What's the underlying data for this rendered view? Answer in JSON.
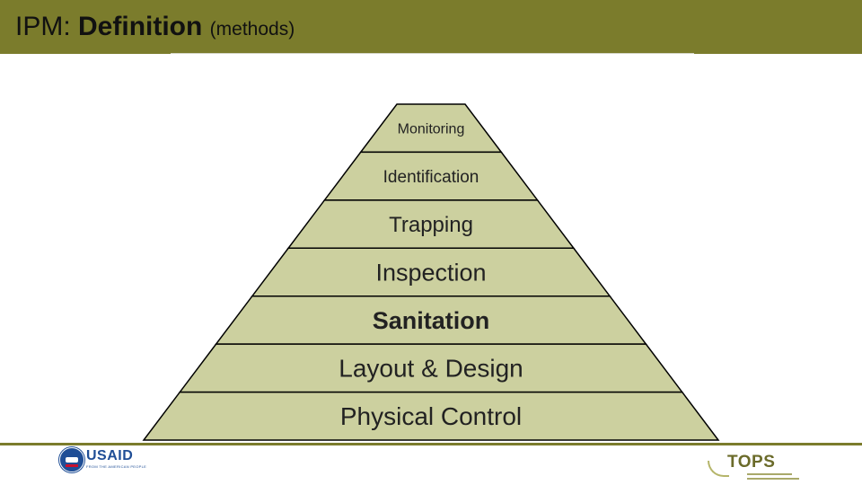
{
  "slide": {
    "title_prefix": "IPM:",
    "title_main": "Definition",
    "title_suffix": "(methods)"
  },
  "diagram": {
    "type": "pyramid",
    "levels": [
      {
        "label": "Monitoring"
      },
      {
        "label": "Identification"
      },
      {
        "label": "Trapping"
      },
      {
        "label": "Inspection"
      },
      {
        "label": "Sanitation",
        "bold": true
      },
      {
        "label": "Layout & Design"
      },
      {
        "label": "Physical Control"
      }
    ],
    "colors": {
      "fill": "#ccd09f",
      "stroke": "#000000",
      "text": "#222222"
    }
  },
  "theme": {
    "accent": "#7b7c2c",
    "background": "#ffffff"
  },
  "logos": {
    "left": {
      "icon": "usaid-logo-icon",
      "word": "USAID",
      "subtext": "FROM THE AMERICAN PEOPLE"
    },
    "right": {
      "icon": "tops-logo-icon",
      "word": "TOPS"
    }
  }
}
